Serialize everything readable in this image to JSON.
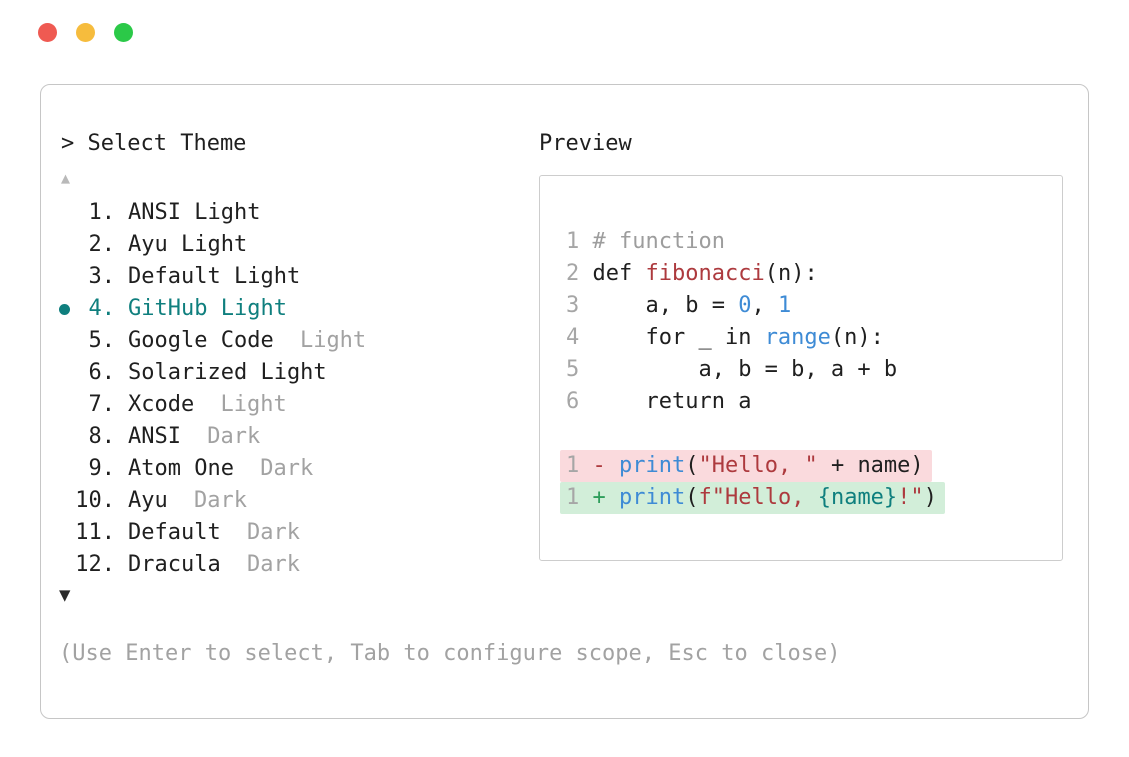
{
  "palette": {
    "accent_teal": "#0f7f7e",
    "text": "#1f1f1f",
    "muted": "#a2a2a2",
    "border": "#c6c6c6",
    "code_num": "#a6a6a6",
    "code_comment": "#9d9d9d",
    "code_red": "#ad3a3e",
    "code_blue": "#3e8bd5",
    "code_green": "#2f9e5b",
    "diff_removed_bg": "#fadadd",
    "diff_added_bg": "#d2eed9",
    "traffic_red": "#ef5a52",
    "traffic_yellow": "#f6bc3d",
    "traffic_green": "#2bc948"
  },
  "theme_picker": {
    "prompt": "> Select Theme",
    "scroll_up_icon": "▲",
    "scroll_down_icon": "▼",
    "hint": "(Use Enter to select, Tab to configure scope, Esc to close)",
    "items": [
      {
        "number": "1.",
        "label": "ANSI Light",
        "muted": "",
        "selected": false
      },
      {
        "number": "2.",
        "label": "Ayu Light",
        "muted": "",
        "selected": false
      },
      {
        "number": "3.",
        "label": "Default Light",
        "muted": "",
        "selected": false
      },
      {
        "number": "4.",
        "label": "GitHub Light",
        "muted": "",
        "selected": true
      },
      {
        "number": "5.",
        "label": "Google Code",
        "muted": " Light",
        "selected": false
      },
      {
        "number": "6.",
        "label": "Solarized Light",
        "muted": "",
        "selected": false
      },
      {
        "number": "7.",
        "label": "Xcode",
        "muted": " Light",
        "selected": false
      },
      {
        "number": "8.",
        "label": "ANSI",
        "muted": " Dark",
        "selected": false
      },
      {
        "number": "9.",
        "label": "Atom One",
        "muted": " Dark",
        "selected": false
      },
      {
        "number": "10.",
        "label": "Ayu",
        "muted": " Dark",
        "selected": false
      },
      {
        "number": "11.",
        "label": "Default",
        "muted": " Dark",
        "selected": false
      },
      {
        "number": "12.",
        "label": "Dracula",
        "muted": " Dark",
        "selected": false
      }
    ]
  },
  "preview": {
    "label": "Preview",
    "lines": [
      {
        "bg": null,
        "tokens": [
          {
            "t": "1 ",
            "c": "num"
          },
          {
            "t": "# function",
            "c": "comment"
          }
        ]
      },
      {
        "bg": null,
        "tokens": [
          {
            "t": "2 ",
            "c": "num"
          },
          {
            "t": "def ",
            "c": "text"
          },
          {
            "t": "fibonacci",
            "c": "red"
          },
          {
            "t": "(n):",
            "c": "text"
          }
        ]
      },
      {
        "bg": null,
        "tokens": [
          {
            "t": "3 ",
            "c": "num"
          },
          {
            "t": "    a, b = ",
            "c": "text"
          },
          {
            "t": "0",
            "c": "blue"
          },
          {
            "t": ", ",
            "c": "text"
          },
          {
            "t": "1",
            "c": "blue"
          }
        ]
      },
      {
        "bg": null,
        "tokens": [
          {
            "t": "4 ",
            "c": "num"
          },
          {
            "t": "    for _ in ",
            "c": "text"
          },
          {
            "t": "range",
            "c": "blue"
          },
          {
            "t": "(n):",
            "c": "text"
          }
        ]
      },
      {
        "bg": null,
        "tokens": [
          {
            "t": "5 ",
            "c": "num"
          },
          {
            "t": "        a, b = b, a + b",
            "c": "text"
          }
        ]
      },
      {
        "bg": null,
        "tokens": [
          {
            "t": "6 ",
            "c": "num"
          },
          {
            "t": "    return a",
            "c": "text"
          }
        ]
      },
      {
        "bg": null,
        "tokens": []
      },
      {
        "bg": "removed",
        "tokens": [
          {
            "t": "1 ",
            "c": "num"
          },
          {
            "t": "- ",
            "c": "red"
          },
          {
            "t": "print",
            "c": "blue"
          },
          {
            "t": "(",
            "c": "text"
          },
          {
            "t": "\"Hello, \"",
            "c": "red"
          },
          {
            "t": " + name)",
            "c": "text"
          }
        ]
      },
      {
        "bg": "added",
        "tokens": [
          {
            "t": "1 ",
            "c": "num"
          },
          {
            "t": "+ ",
            "c": "green"
          },
          {
            "t": "print",
            "c": "blue"
          },
          {
            "t": "(",
            "c": "text"
          },
          {
            "t": "f\"Hello, ",
            "c": "red"
          },
          {
            "t": "{name}",
            "c": "teal"
          },
          {
            "t": "!\"",
            "c": "red"
          },
          {
            "t": ")",
            "c": "text"
          }
        ]
      }
    ]
  }
}
